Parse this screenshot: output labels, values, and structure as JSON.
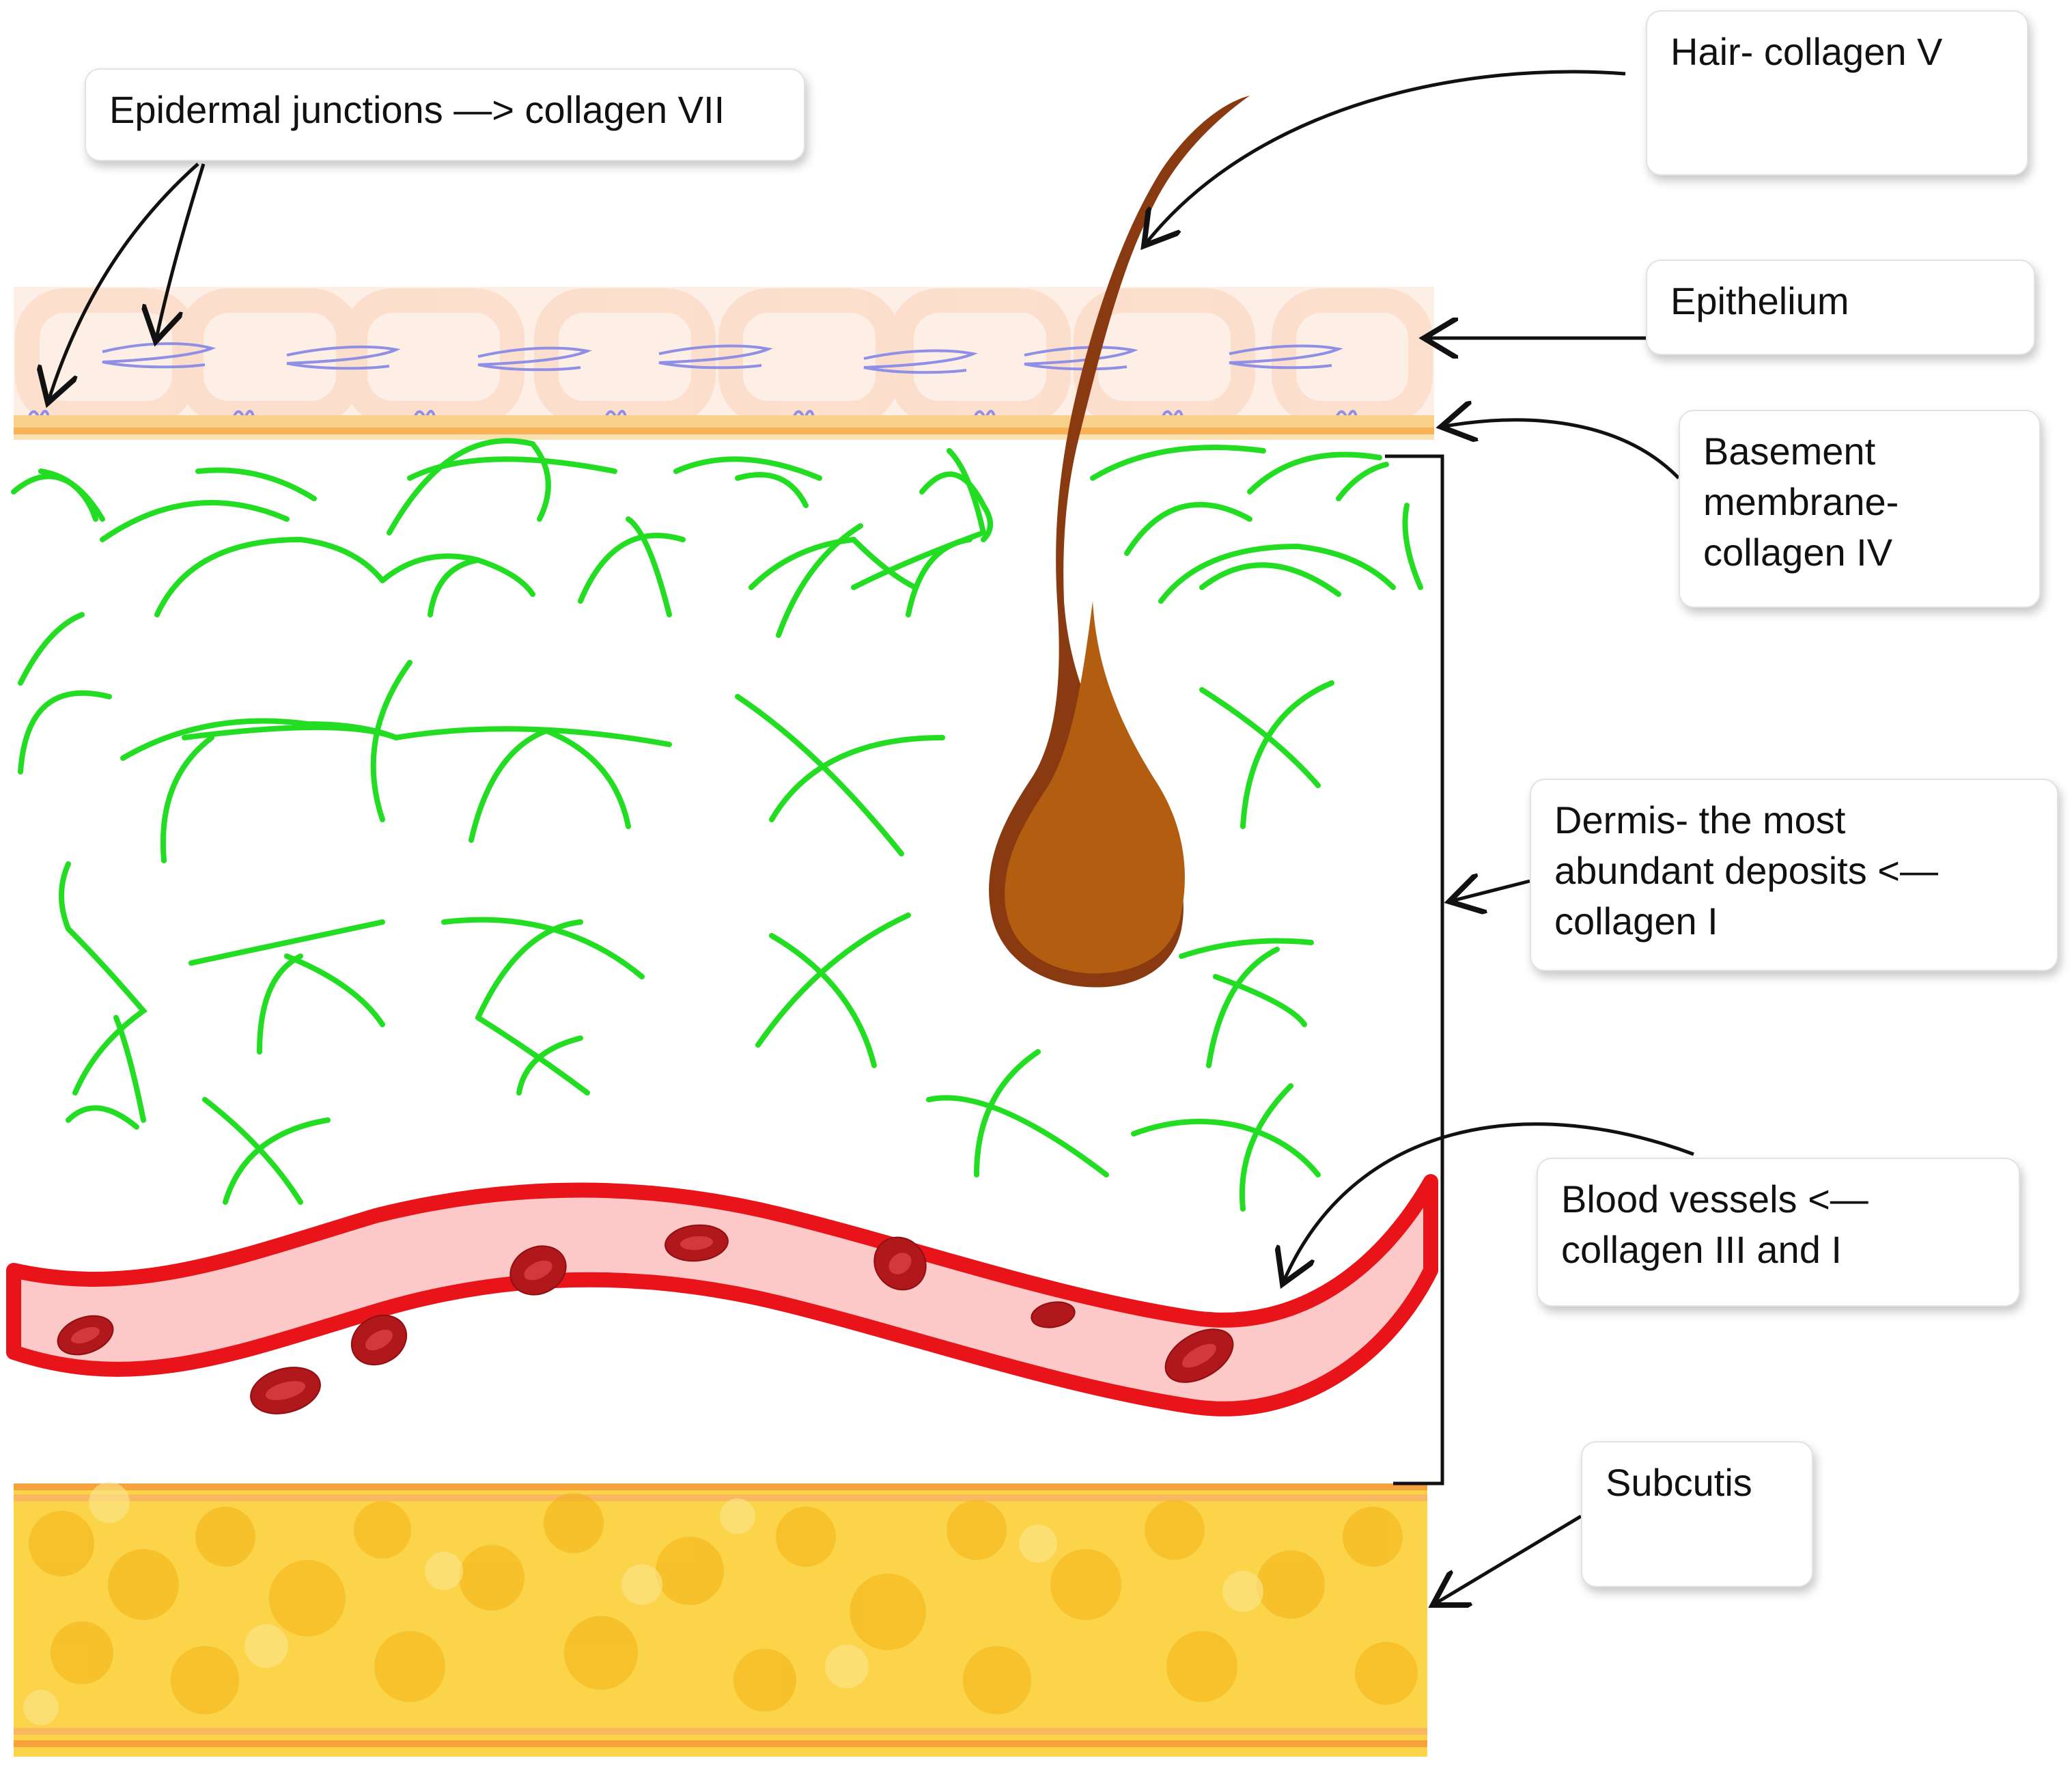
{
  "labels": {
    "epidermal_junctions": [
      "Epidermal junctions —> collagen VII"
    ],
    "hair": [
      "Hair- collagen V"
    ],
    "epithelium": [
      "Epithelium"
    ],
    "basement_membrane": [
      "Basement",
      "membrane-",
      "collagen IV"
    ],
    "dermis": [
      "Dermis- the most",
      "abundant deposits <—",
      "collagen I"
    ],
    "blood_vessels": [
      "Blood vessels <—",
      "collagen III and I"
    ],
    "subcutis": [
      "Subcutis"
    ]
  },
  "colors": {
    "epidermis_tint": "#fde6d8",
    "junction_loops": "#8f8fe6",
    "basement_band": "#f7c27a",
    "collagen_fibers": "#22dd22",
    "hair": "#8a3a10",
    "hair_bulb": "#b25d10",
    "vessel_wall": "#e8141a",
    "vessel_lumen": "#f9c6c6",
    "red_blood_cell": "#b0181c",
    "subcutis_fat": "#f7c11a",
    "subcutis_band": "#f7a23a",
    "arrow": "#111111"
  }
}
